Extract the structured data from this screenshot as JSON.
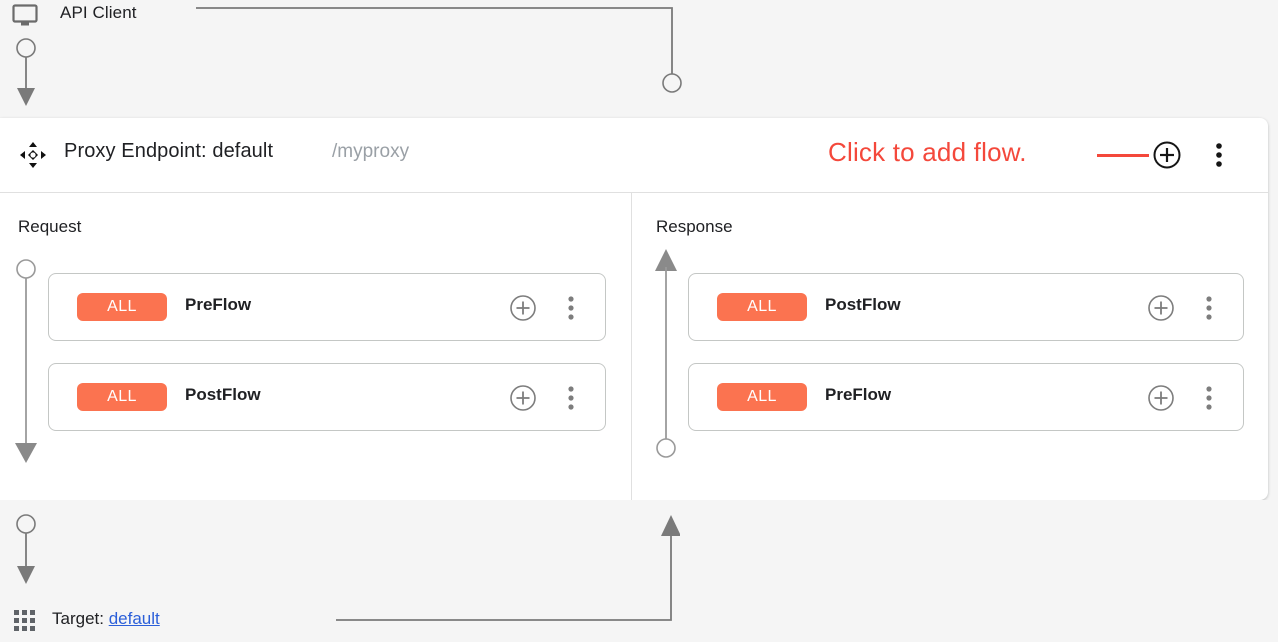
{
  "client": {
    "label": "API Client",
    "icon": "monitor-icon"
  },
  "panel": {
    "move_icon": "move-handle-icon",
    "title": "Proxy Endpoint: default",
    "path": "/myproxy",
    "annotation": "Click to add flow.",
    "annotation_color": "#f4483b",
    "add_icon": "plus-circle-icon",
    "menu_icon": "kebab-menu-icon"
  },
  "columns": [
    {
      "key": "request",
      "title": "Request",
      "direction": "down",
      "flows": [
        {
          "badge": "ALL",
          "name": "PreFlow",
          "add_icon": "plus-circle-icon",
          "menu_icon": "kebab-menu-icon"
        },
        {
          "badge": "ALL",
          "name": "PostFlow",
          "add_icon": "plus-circle-icon",
          "menu_icon": "kebab-menu-icon"
        }
      ]
    },
    {
      "key": "response",
      "title": "Response",
      "direction": "up",
      "flows": [
        {
          "badge": "ALL",
          "name": "PostFlow",
          "add_icon": "plus-circle-icon",
          "menu_icon": "kebab-menu-icon"
        },
        {
          "badge": "ALL",
          "name": "PreFlow",
          "add_icon": "plus-circle-icon",
          "menu_icon": "kebab-menu-icon"
        }
      ]
    }
  ],
  "target": {
    "icon": "apps-grid-icon",
    "label": "Target: ",
    "link": "default",
    "link_color": "#2b5fd9"
  },
  "colors": {
    "badge": "#fb7350",
    "annotation": "#f4483b",
    "link": "#2b5fd9",
    "connector": "#7a7a7a",
    "panel_bg": "#ffffff",
    "canvas_bg": "#f5f5f5"
  }
}
